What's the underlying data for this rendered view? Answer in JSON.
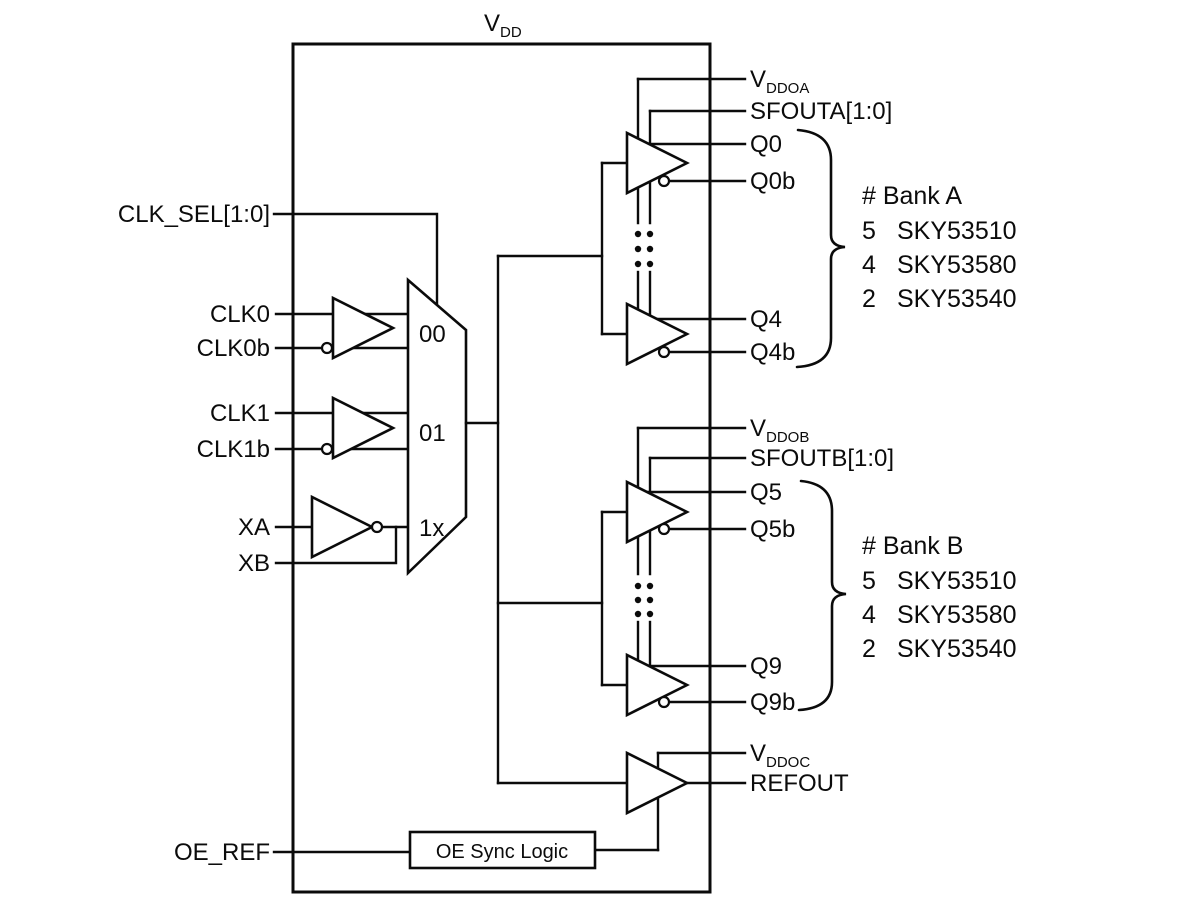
{
  "diagram": {
    "colors": {
      "line": "#0b0b0b",
      "background": "#ffffff"
    },
    "supply": {
      "vdd_main": "V",
      "vdd_sub": "DD"
    },
    "left_pins": {
      "clk_sel": "CLK_SEL[1:0]",
      "clk0": "CLK0",
      "clk0b": "CLK0b",
      "clk1": "CLK1",
      "clk1b": "CLK1b",
      "xa": "XA",
      "xb": "XB",
      "oe_ref": "OE_REF"
    },
    "mux": {
      "sel00": "00",
      "sel01": "01",
      "sel1x": "1x"
    },
    "oe_sync": {
      "label": "OE Sync Logic"
    },
    "bank_a": {
      "vdd_main": "V",
      "vdd_sub": "DDOA",
      "sfout": "SFOUTA[1:0]",
      "q_top": "Q0",
      "qb_top": "Q0b",
      "q_bot": "Q4",
      "qb_bot": "Q4b",
      "legend": {
        "header": "# Bank A",
        "rows": [
          {
            "count": "5",
            "part": "SKY53510"
          },
          {
            "count": "4",
            "part": "SKY53580"
          },
          {
            "count": "2",
            "part": "SKY53540"
          }
        ]
      }
    },
    "bank_b": {
      "vdd_main": "V",
      "vdd_sub": "DDOB",
      "sfout": "SFOUTB[1:0]",
      "q_top": "Q5",
      "qb_top": "Q5b",
      "q_bot": "Q9",
      "qb_bot": "Q9b",
      "legend": {
        "header": "# Bank B",
        "rows": [
          {
            "count": "5",
            "part": "SKY53510"
          },
          {
            "count": "4",
            "part": "SKY53580"
          },
          {
            "count": "2",
            "part": "SKY53540"
          }
        ]
      }
    },
    "ref_section": {
      "vdd_main": "V",
      "vdd_sub": "DDOC",
      "refout": "REFOUT"
    }
  }
}
